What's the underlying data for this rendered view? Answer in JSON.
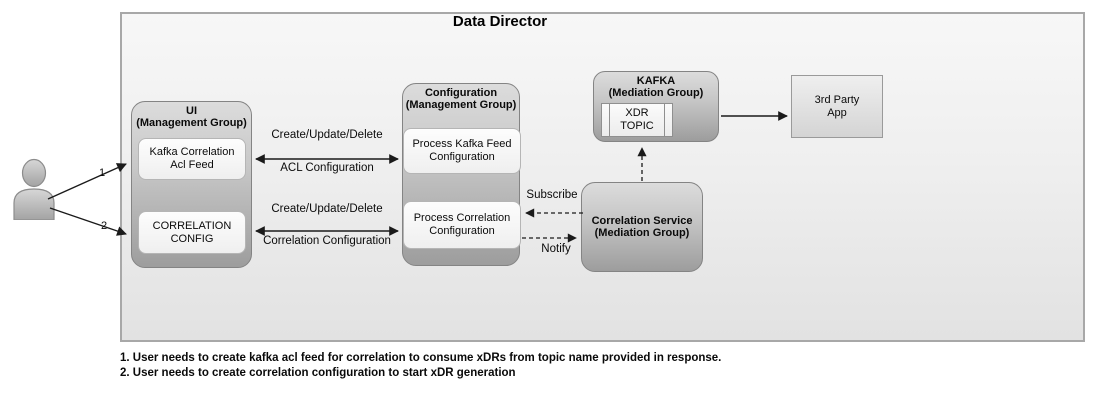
{
  "title": "Data Director",
  "actor": {
    "arrow1_label": "1",
    "arrow2_label": "2"
  },
  "ui_group": {
    "title": "UI",
    "subtitle": "(Management Group)",
    "node1": "Kafka Correlation Acl Feed",
    "node2": "CORRELATION CONFIG"
  },
  "config_group": {
    "title": "Configuration",
    "subtitle": "(Management Group)",
    "node1": "Process Kafka Feed Configuration",
    "node2": "Process Correlation Configuration"
  },
  "kafka_group": {
    "title": "KAFKA",
    "subtitle": "(Mediation Group)",
    "topic": "XDR TOPIC"
  },
  "correlation_service": {
    "title": "Correlation Service",
    "subtitle": "(Mediation Group)"
  },
  "third_party": {
    "label": "3rd Party App"
  },
  "edges": {
    "acl_line1": "Create/Update/Delete",
    "acl_line2": "ACL Configuration",
    "corr_line1": "Create/Update/Delete",
    "corr_line2": "Correlation Configuration",
    "subscribe": "Subscribe",
    "notify": "Notify"
  },
  "notes": {
    "line1": "1. User needs to create kafka acl feed for correlation to consume xDRs from topic name provided in response.",
    "line2": "2. User needs to create correlation configuration to start xDR generation"
  },
  "colors": {
    "container_border": "#a8a8a8",
    "container_fill_top": "#f7f7f7",
    "container_fill_bottom": "#e2e2e2",
    "group_fill_top": "#dcdcdc",
    "group_fill_bottom": "#9d9d9d",
    "node_fill": "#fdfdfd",
    "arrow": "#1a1a1a"
  }
}
